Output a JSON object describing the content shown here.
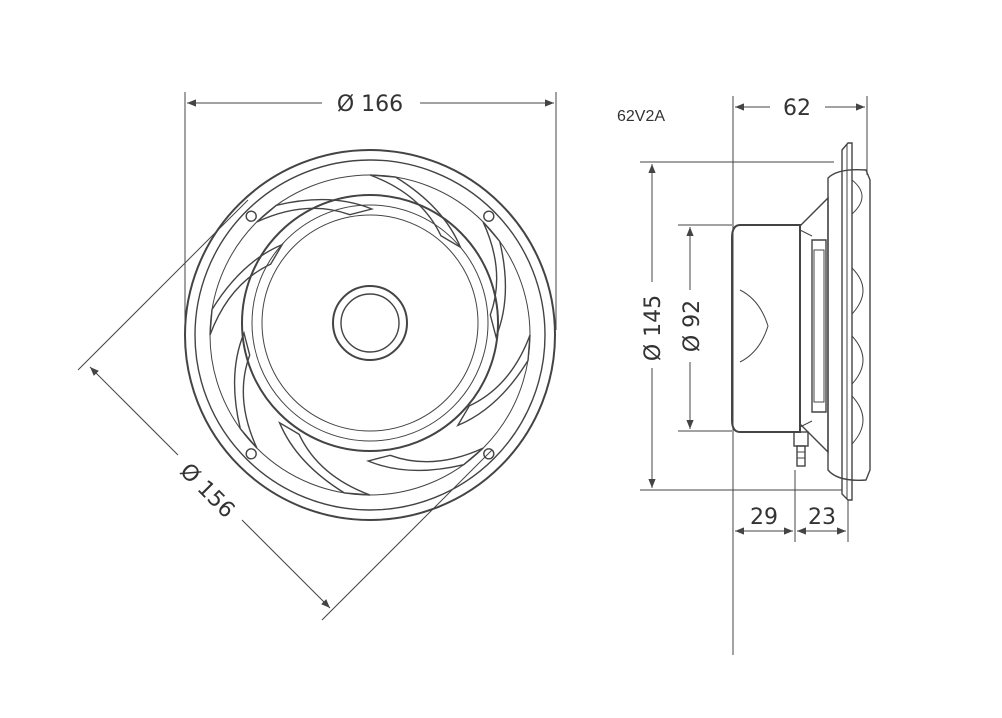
{
  "model": "62V2A",
  "dimensions": {
    "outer_diameter": "Ø 166",
    "mount_diameter": "Ø 156",
    "frame_depth": "62",
    "frame_diameter": "Ø 145",
    "magnet_diameter": "Ø 92",
    "magnet_depth": "29",
    "basket_depth": "23"
  },
  "colors": {
    "line": "#444444",
    "text": "#333333",
    "shade": "#dddddd"
  }
}
